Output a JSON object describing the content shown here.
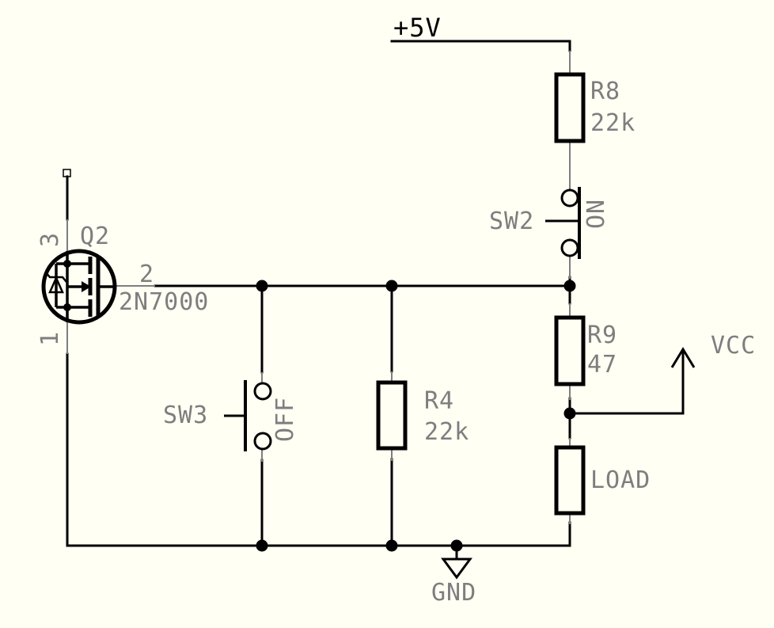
{
  "schematic": {
    "type": "circuit-schematic",
    "power_labels": {
      "plus5v": "+5V",
      "vcc": "VCC",
      "gnd": "GND"
    },
    "components": {
      "r8": {
        "ref": "R8",
        "value": "22k"
      },
      "r9": {
        "ref": "R9",
        "value": "47"
      },
      "r4": {
        "ref": "R4",
        "value": "22k"
      },
      "load": {
        "ref": "LOAD"
      },
      "sw2": {
        "ref": "SW2",
        "position_label": "ON"
      },
      "sw3": {
        "ref": "SW3",
        "position_label": "OFF"
      },
      "q2": {
        "ref": "Q2",
        "value": "2N7000",
        "pin_drain": "3",
        "pin_gate": "2",
        "pin_source": "1"
      }
    },
    "colors": {
      "wire": "#000000",
      "label": "#7e7e7e",
      "background": "#fffff4"
    }
  }
}
